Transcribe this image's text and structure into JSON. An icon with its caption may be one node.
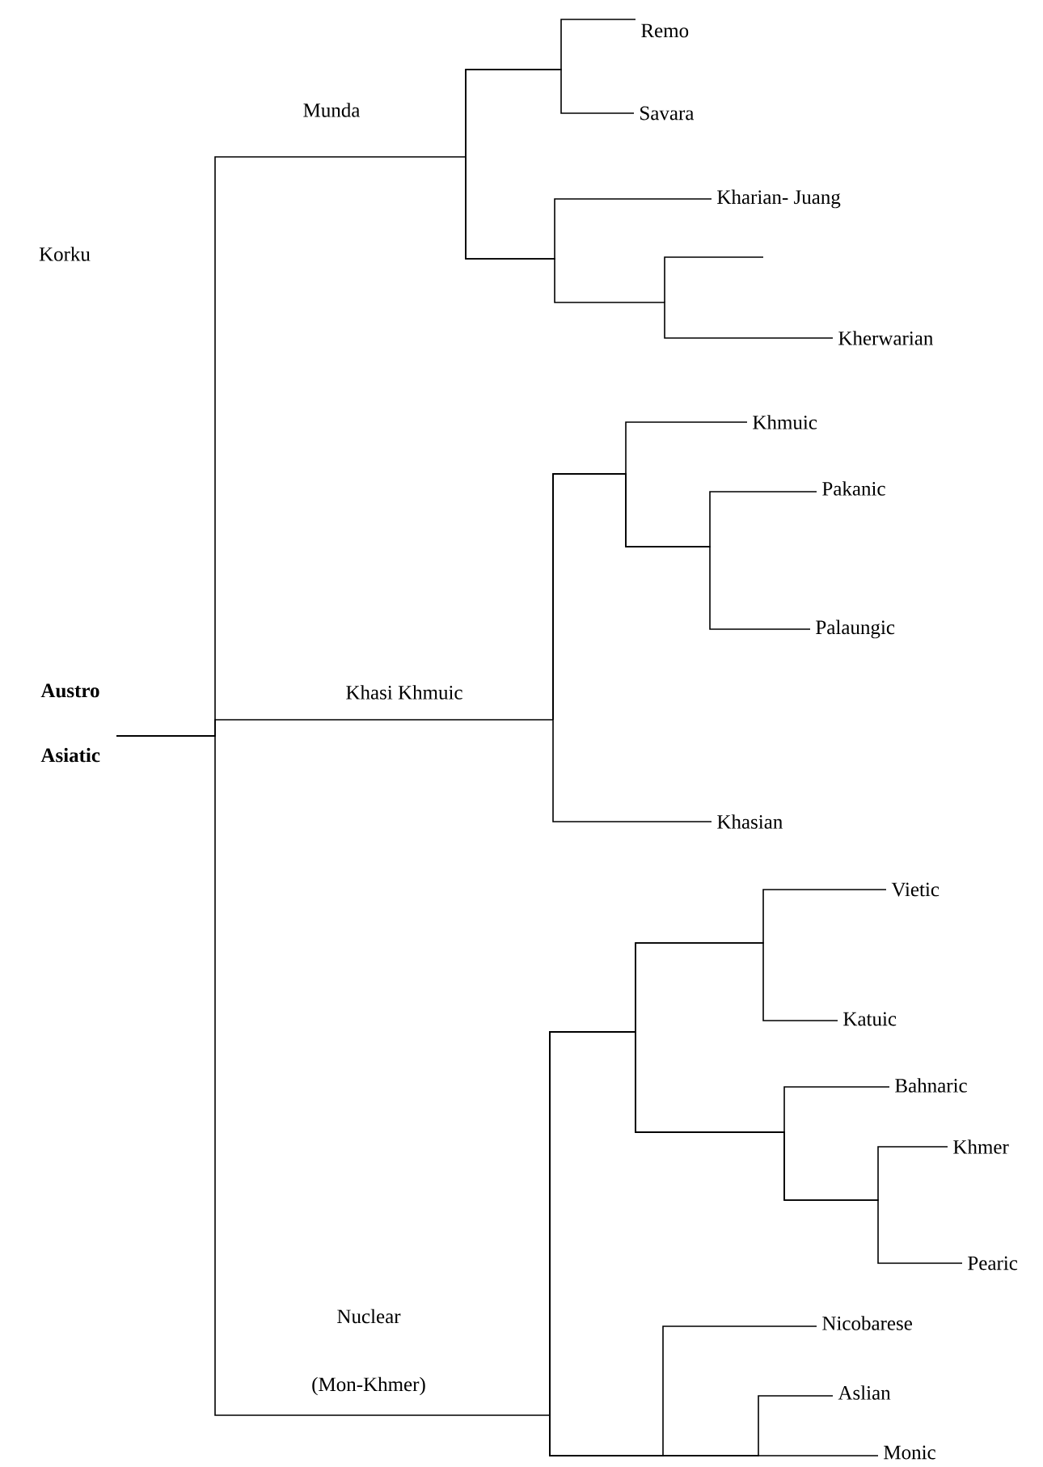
{
  "diagram": {
    "nodes": [
      {
        "text": [
          "Austro Asiatic"
        ]
      },
      {
        "text": [
          "Munda"
        ]
      },
      {
        "text": [
          "Remo"
        ]
      },
      {
        "text": [
          "Savara"
        ]
      },
      {
        "text": [
          "Kharian- Juang"
        ]
      },
      {
        "text": [
          "Kherwarian"
        ]
      },
      {
        "text": [
          "Khasi Khmuic"
        ]
      },
      {
        "text": [
          "Khmuic"
        ]
      },
      {
        "text": [
          "Pakanic"
        ]
      },
      {
        "text": [
          "Palaungic"
        ]
      },
      {
        "text": [
          "Khasian"
        ]
      },
      {
        "text": [
          "Nuclear (Mon-Khmer)"
        ]
      },
      {
        "text": [
          "Vietic"
        ]
      },
      {
        "text": [
          "Katuic"
        ]
      },
      {
        "text": [
          "Bahnaric"
        ]
      },
      {
        "text": [
          "Khmer"
        ]
      },
      {
        "text": [
          "Pearic"
        ]
      },
      {
        "text": [
          "Nicobarese"
        ]
      },
      {
        "text": [
          "Aslian"
        ]
      },
      {
        "text": [
          "Monic"
        ]
      }
    ],
    "edges": [
      {
        "from": 0,
        "to": 1,
        "arrow": "none"
      },
      {
        "from": 0,
        "to": 6,
        "arrow": "none"
      },
      {
        "from": 0,
        "to": 11,
        "arrow": "none"
      },
      {
        "from": 1,
        "to": 2,
        "arrow": "none"
      },
      {
        "from": 1,
        "to": 3,
        "arrow": "none"
      },
      {
        "from": 1,
        "to": 4,
        "arrow": "none"
      },
      {
        "from": 1,
        "to": 5,
        "arrow": "none"
      },
      {
        "from": 6,
        "to": 7,
        "arrow": "none"
      },
      {
        "from": 6,
        "to": 8,
        "arrow": "none"
      },
      {
        "from": 6,
        "to": 9,
        "arrow": "none"
      },
      {
        "from": 6,
        "to": 10,
        "arrow": "none"
      },
      {
        "from": 11,
        "to": 12,
        "arrow": "none"
      },
      {
        "from": 11,
        "to": 13,
        "arrow": "none"
      },
      {
        "from": 11,
        "to": 14,
        "arrow": "none"
      },
      {
        "from": 11,
        "to": 15,
        "arrow": "none"
      },
      {
        "from": 11,
        "to": 16,
        "arrow": "none"
      },
      {
        "from": 11,
        "to": 17,
        "arrow": "none"
      },
      {
        "from": 11,
        "to": 18,
        "arrow": "none"
      },
      {
        "from": 11,
        "to": 19,
        "arrow": "none"
      }
    ],
    "labels": [
      "Korku"
    ]
  }
}
